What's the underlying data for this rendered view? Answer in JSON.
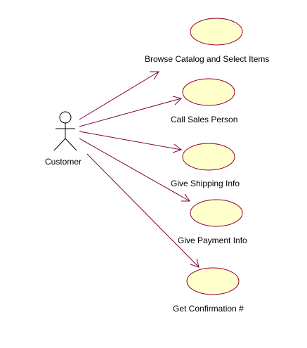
{
  "diagram": {
    "actor": {
      "label": "Customer"
    },
    "use_cases": [
      {
        "label": "Browse Catalog and Select Items"
      },
      {
        "label": "Call Sales Person"
      },
      {
        "label": "Give Shipping Info"
      },
      {
        "label": "Give Payment Info"
      },
      {
        "label": "Get Confirmation #"
      }
    ],
    "colors": {
      "ellipse_fill": "#ffffcc",
      "ellipse_stroke": "#990033",
      "line_stroke": "#800040",
      "actor_stroke": "#000000"
    }
  }
}
